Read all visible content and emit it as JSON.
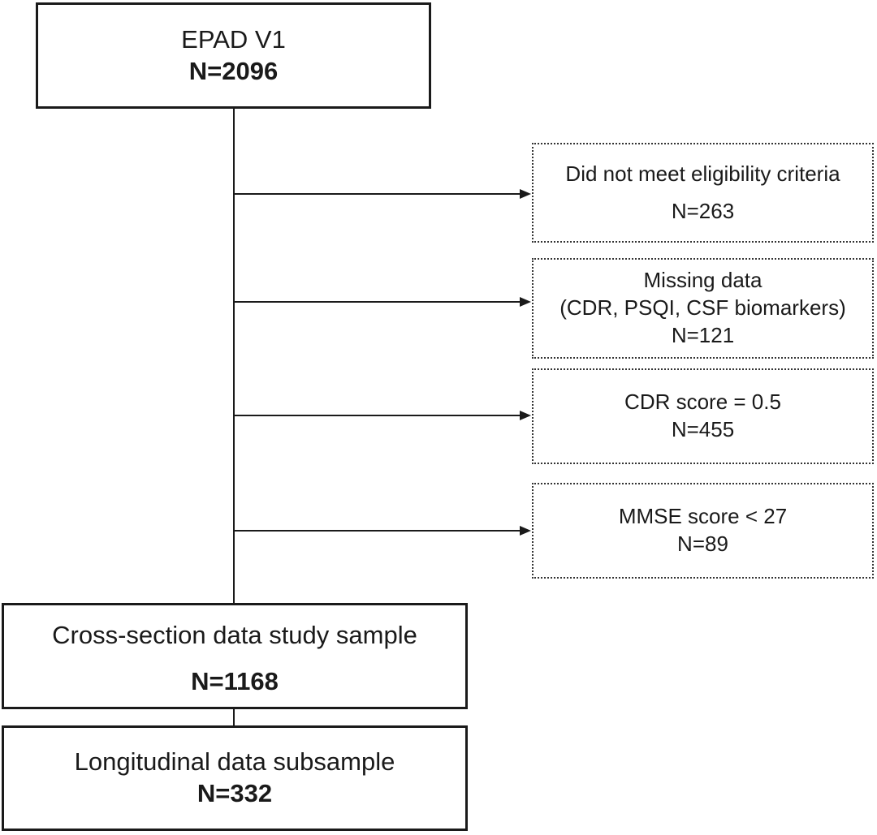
{
  "top_box": {
    "title": "EPAD V1",
    "count": "N=2096"
  },
  "exclusions": [
    {
      "lines": [
        "Did not meet eligibility criteria"
      ],
      "count": "N=263"
    },
    {
      "lines": [
        "Missing data",
        "(CDR, PSQI, CSF biomarkers)"
      ],
      "count": "N=121"
    },
    {
      "lines": [
        "CDR score = 0.5"
      ],
      "count": "N=455"
    },
    {
      "lines": [
        "MMSE score < 27"
      ],
      "count": "N=89"
    }
  ],
  "cross_section_box": {
    "title": "Cross-section data study sample",
    "count": "N=1168"
  },
  "longitudinal_box": {
    "title": "Longitudinal data subsample",
    "count": "N=332"
  }
}
